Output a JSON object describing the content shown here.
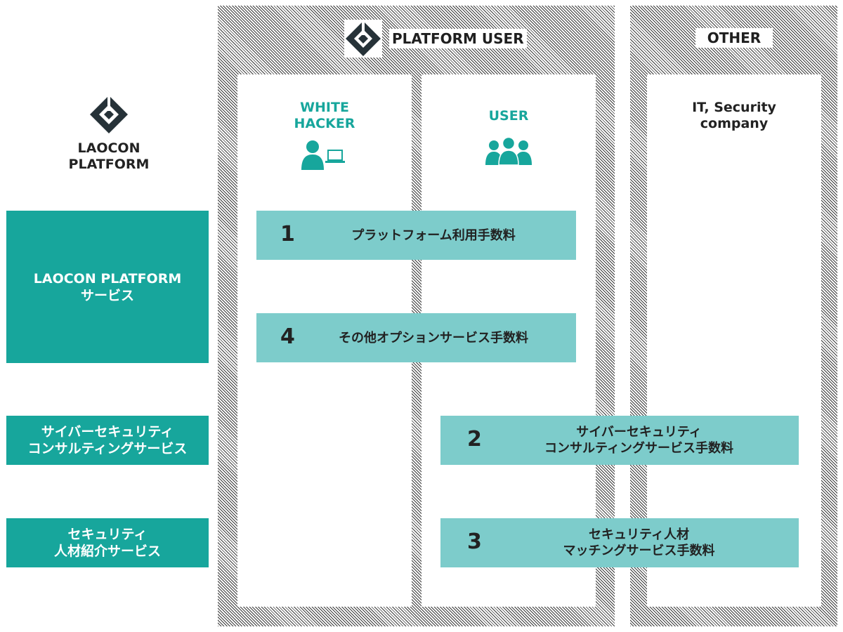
{
  "colors": {
    "teal": "#17a69c",
    "light_teal": "#7dcccb",
    "dark": "#263238",
    "hatch": "#3a3a3a"
  },
  "brand": {
    "line1": "LAOCON",
    "line2": "PLATFORM",
    "icon": "laocon-logo-icon"
  },
  "groups": {
    "platform_user": "PLATFORM USER",
    "other": "OTHER"
  },
  "columns": {
    "white_hacker": {
      "line1": "WHITE",
      "line2": "HACKER",
      "icon": "hacker-laptop-icon"
    },
    "user": {
      "label": "USER",
      "icon": "users-group-icon"
    },
    "company": {
      "line1": "IT, Security",
      "line2": "company"
    }
  },
  "services": {
    "platform": {
      "line1": "LAOCON PLATFORM",
      "line2": "サービス"
    },
    "consulting": {
      "line1": "サイバーセキュリティ",
      "line2": "コンサルティングサービス"
    },
    "talent": {
      "line1": "セキュリティ",
      "line2": "人材紹介サービス"
    }
  },
  "fees": {
    "f1": {
      "num": "1",
      "line1": "プラットフォーム利用手数料"
    },
    "f4": {
      "num": "4",
      "line1": "その他オプションサービス手数料"
    },
    "f2": {
      "num": "2",
      "line1": "サイバーセキュリティ",
      "line2": "コンサルティングサービス手数料"
    },
    "f3": {
      "num": "3",
      "line1": "セキュリティ人材",
      "line2": "マッチングサービス手数料"
    }
  }
}
